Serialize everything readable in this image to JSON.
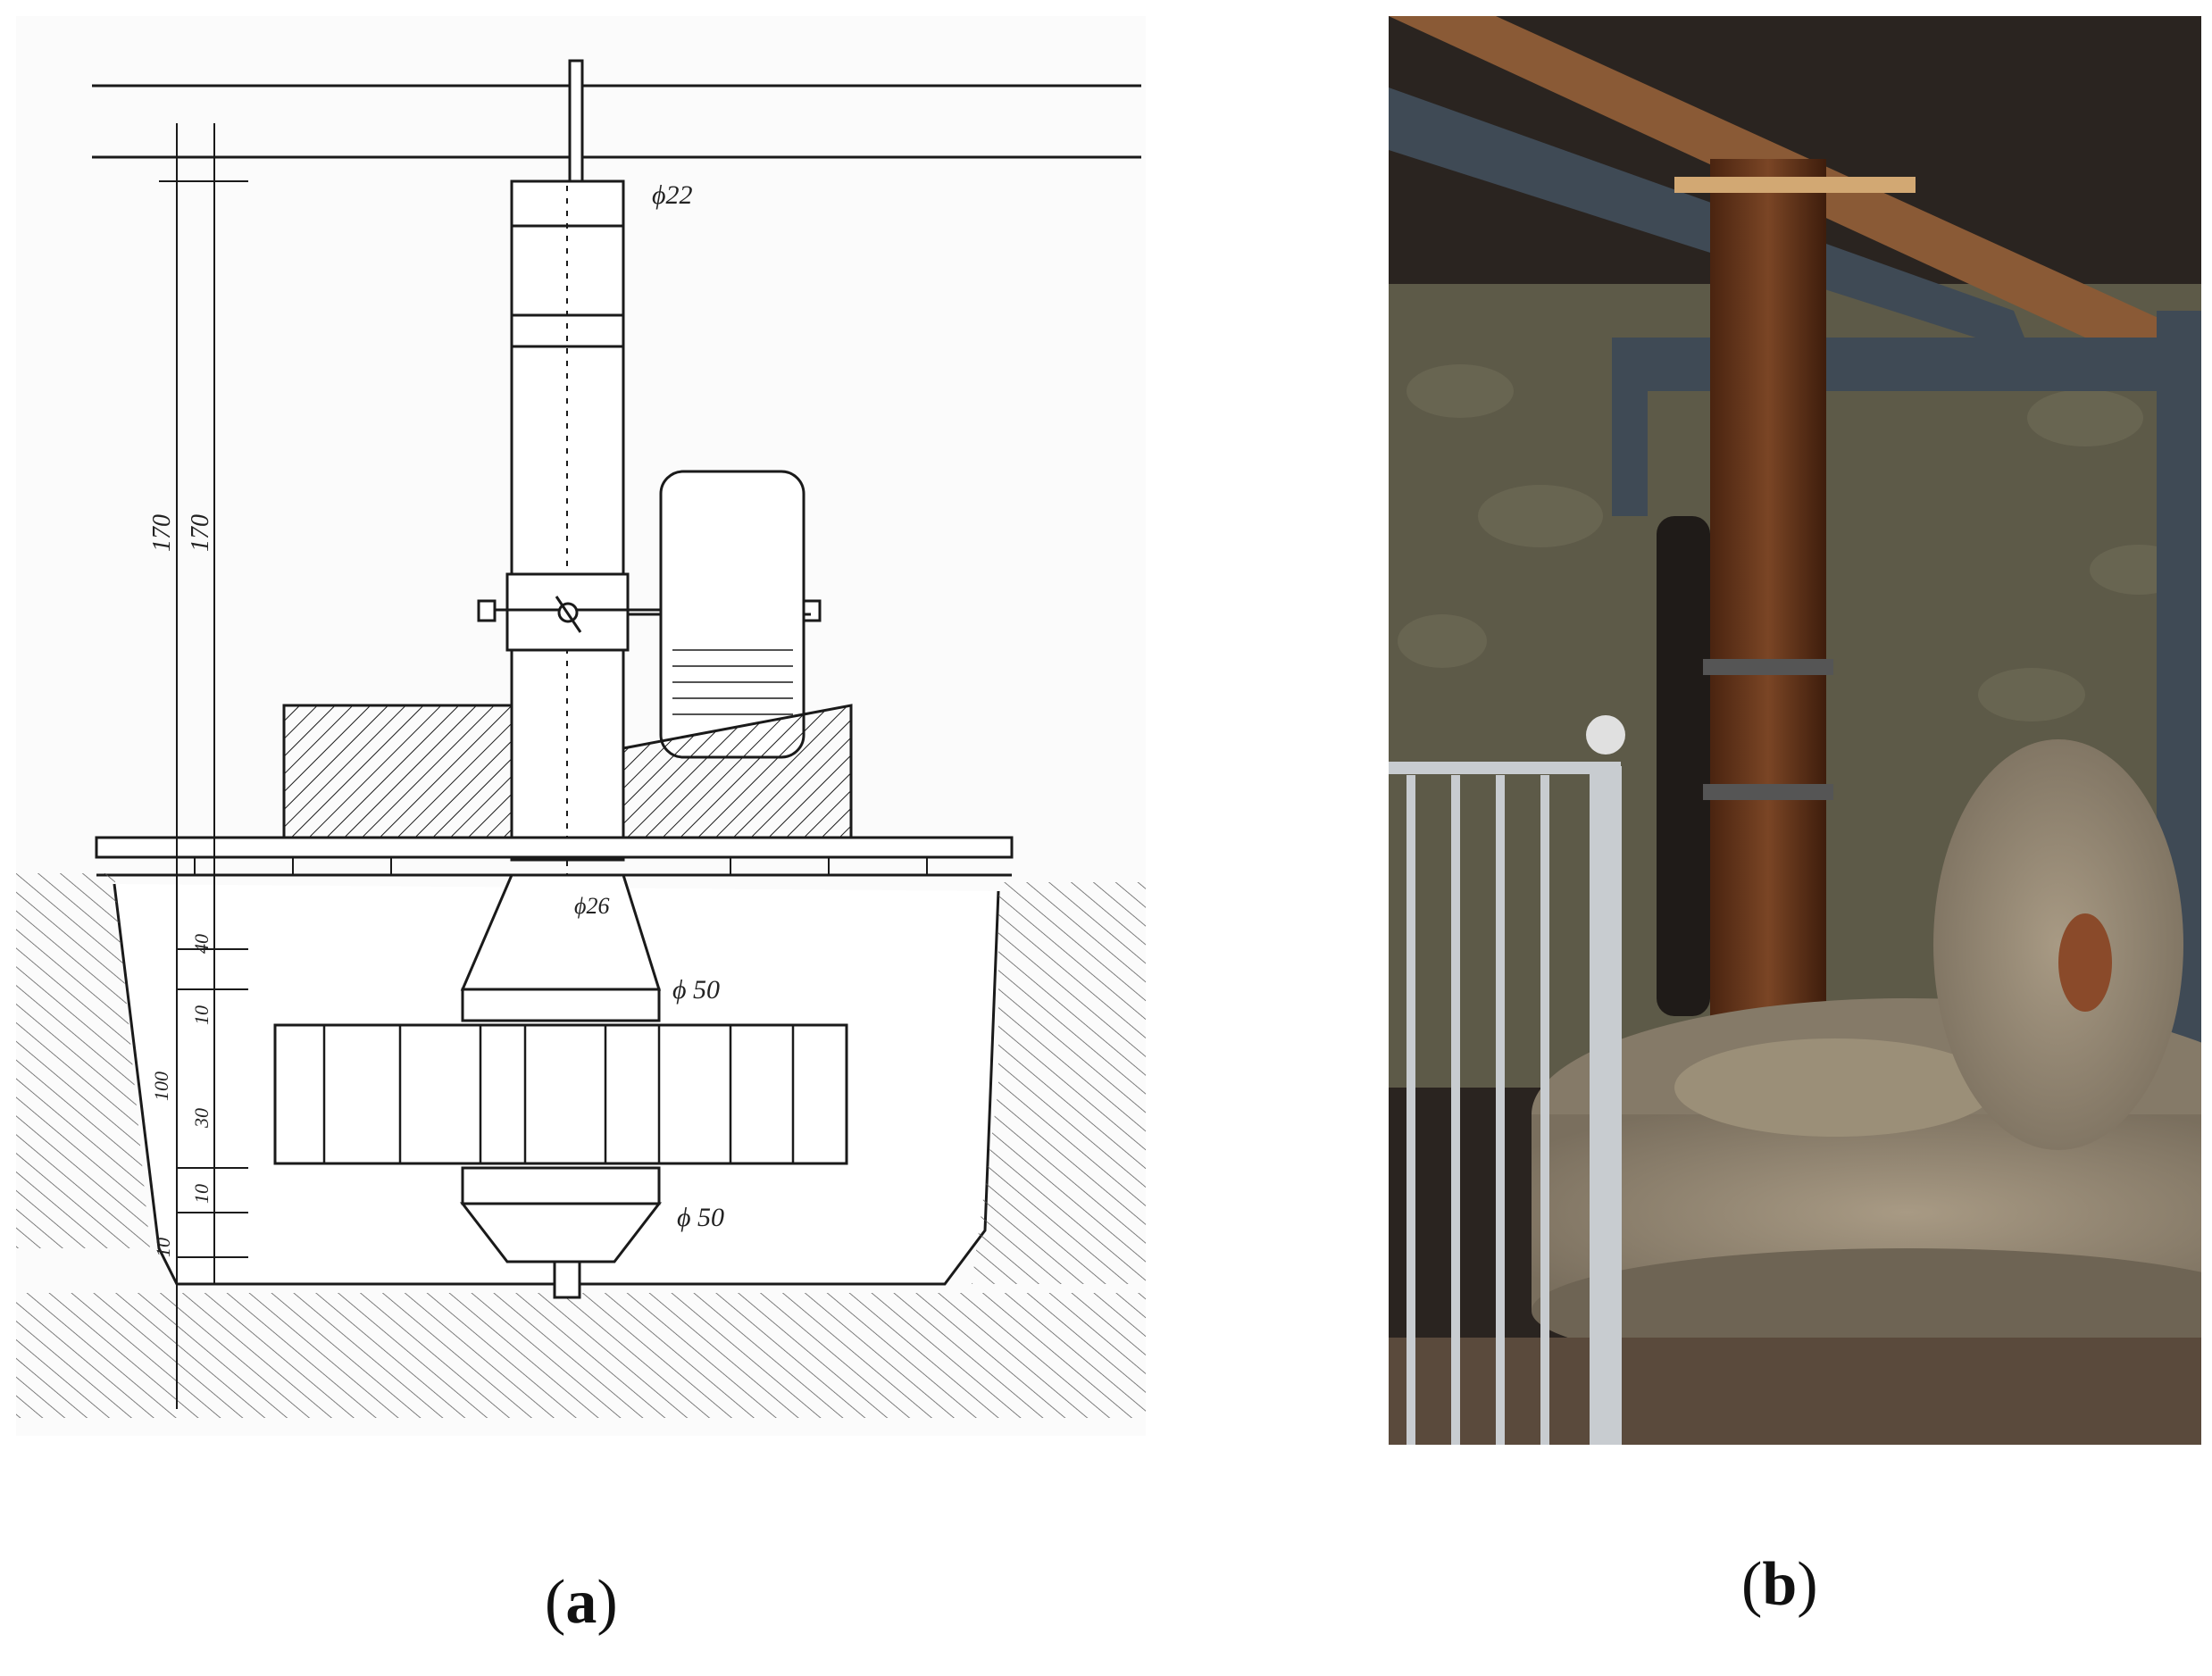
{
  "panels": [
    {
      "id": "a",
      "caption_open": "(",
      "caption_letter": "a",
      "caption_close": ")",
      "labels": {
        "d_top": "ϕ22",
        "d_mid": "ϕ26",
        "d_cone": "ϕ 50",
        "d_bottom": "ϕ 50",
        "h_total_outer": "170",
        "h_total_inner": "170",
        "h_40": "40",
        "h_10a": "10",
        "h_100": "100",
        "h_30": "30",
        "h_10b": "10",
        "h_10c": "10"
      }
    },
    {
      "id": "b",
      "caption_open": "(",
      "caption_letter": "b",
      "caption_close": ")"
    }
  ],
  "colors": {
    "ink": "#1a1a1a",
    "timber": "#6b3a1f",
    "stone": "#9c8f7a",
    "steel": "#3f4a55",
    "wall": "#5d5a48"
  }
}
